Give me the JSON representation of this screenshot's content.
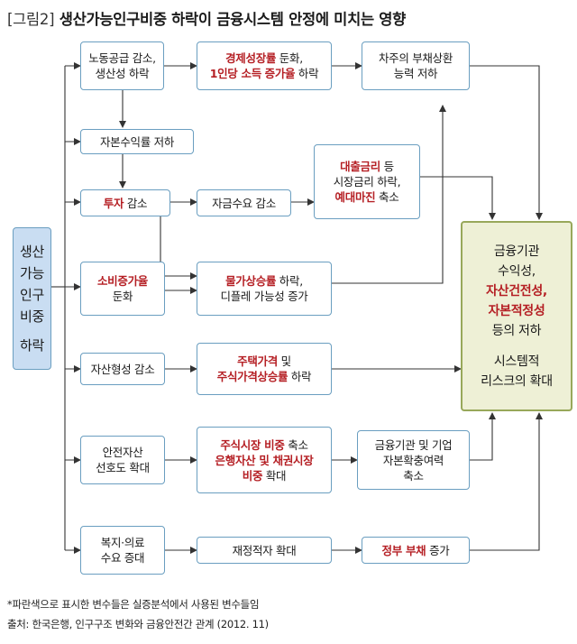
{
  "title": {
    "tag": "[그림2]",
    "text": "생산가능인구비중 하락이 금융시스템 안정에 미치는 영향"
  },
  "nodes": {
    "side": {
      "lines": [
        "생산",
        "가능",
        "인구",
        "비중",
        "하락"
      ]
    },
    "labor": {
      "lines": [
        "노동공급 감소,",
        "생산성 하락"
      ]
    },
    "growth": {
      "l1_red": "경제성장률",
      "l1_rest": " 둔화,",
      "l2_red1": "1인당 소득",
      "l2_mid": " ",
      "l2_red2": "증가율",
      "l2_rest": " 하락"
    },
    "debt": {
      "lines": [
        "차주의 부채상환",
        "능력 저하"
      ]
    },
    "return": {
      "text": "자본수익률 저하"
    },
    "rates": {
      "l1_red": "대출금리",
      "l1_rest": " 등",
      "l2": "시장금리 하락,",
      "l3_red": "예대마진",
      "l3_rest": " 축소"
    },
    "invest": {
      "red": "투자",
      "rest": " 감소"
    },
    "funds": {
      "text": "자금수요 감소"
    },
    "consume": {
      "red": "소비증가율",
      "line2": "둔화"
    },
    "price": {
      "l1_red": "물가상승률",
      "l1_rest": " 하락,",
      "l2": "디플레 가능성 증가"
    },
    "asset": {
      "text": "자산형성 감소"
    },
    "housing": {
      "l1_red": "주택가격",
      "l1_rest": " 및",
      "l2_red": "주식가격상승률",
      "l2_rest": " 하락"
    },
    "safe": {
      "lines": [
        "안전자산",
        "선호도 확대"
      ]
    },
    "stock": {
      "l1_red": "주식시장 비중",
      "l1_rest": " 축소",
      "l2_red": "은행자산 및 채권시장",
      "l3_red": "비중",
      "l3_rest": " 확대"
    },
    "capital": {
      "lines": [
        "금융기관 및 기업",
        "자본확충여력",
        "축소"
      ]
    },
    "welfare": {
      "lines": [
        "복지·의료",
        "수요 증대"
      ]
    },
    "deficit": {
      "text": "재정적자 확대"
    },
    "govdebt": {
      "red": "정부 부채",
      "rest": " 증가"
    },
    "final": {
      "l1": "금융기관",
      "l2": "수익성,",
      "l3_red": "자산건전성,",
      "l4_red": "자본적정성",
      "l5": "등의 저하",
      "l6": "시스템적",
      "l7": "리스크의 확대"
    }
  },
  "footnotes": {
    "note": "*파란색으로 표시한 변수들은 실증분석에서 사용된 변수들임",
    "source": "출처: 한국은행, 인구구조 변화와 금융안전간 관계 (2012. 11)"
  },
  "colors": {
    "line": "#333333",
    "border": "#6a9ec0",
    "accent_red": "#b51f24",
    "side_fill": "#c9ddf2",
    "final_fill": "#eef0d6",
    "final_border": "#98a85a"
  }
}
